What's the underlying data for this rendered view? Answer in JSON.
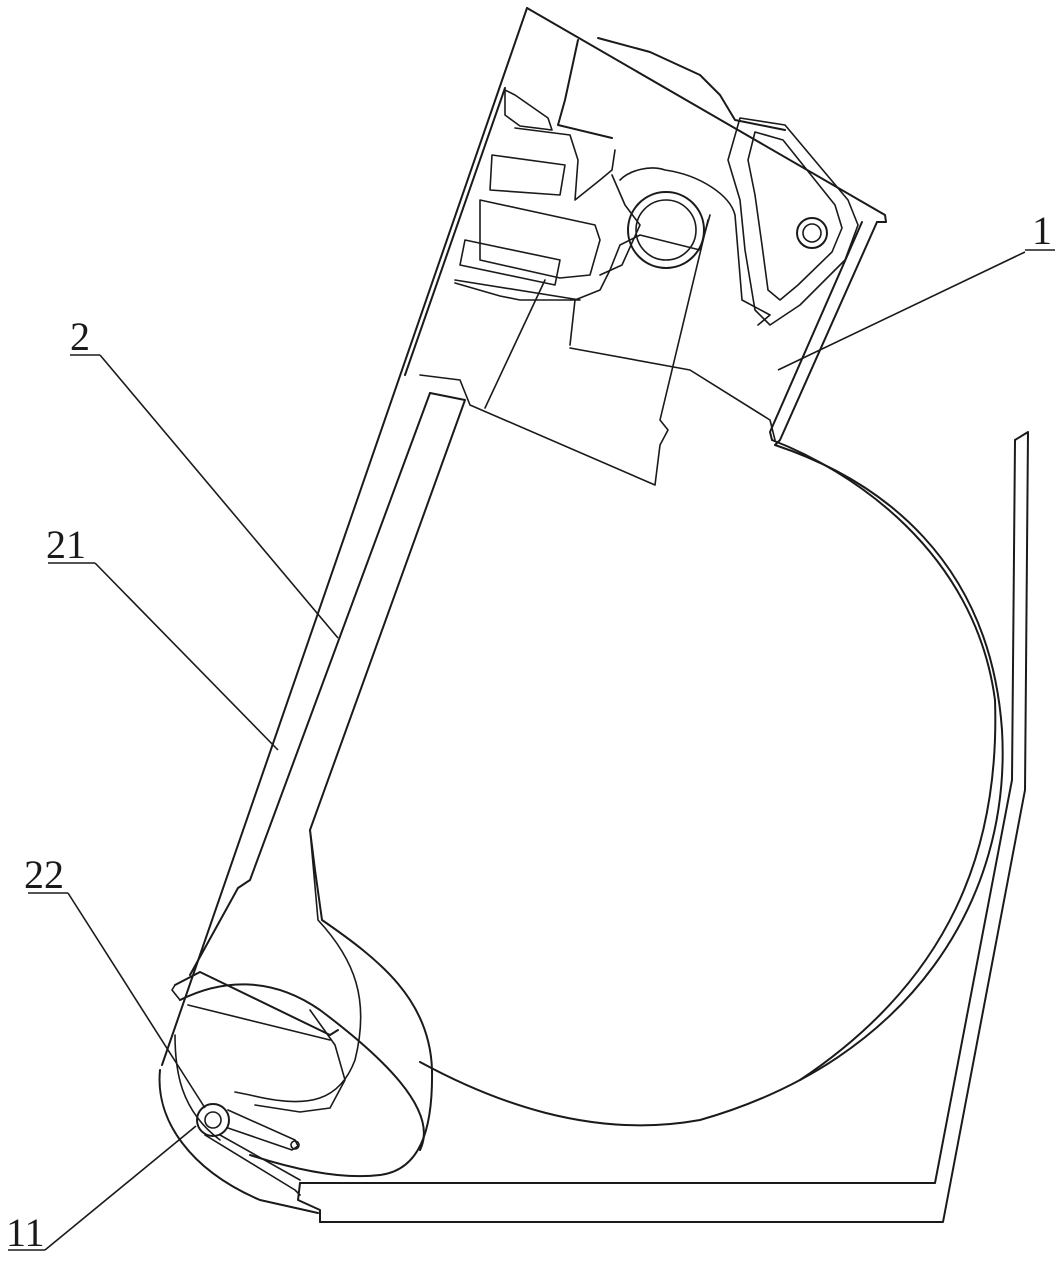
{
  "labels": {
    "label_1": "1",
    "label_2": "2",
    "label_21": "21",
    "label_22": "22",
    "label_11": "11"
  },
  "colors": {
    "line": "#1a1a1a",
    "background": "#ffffff"
  }
}
